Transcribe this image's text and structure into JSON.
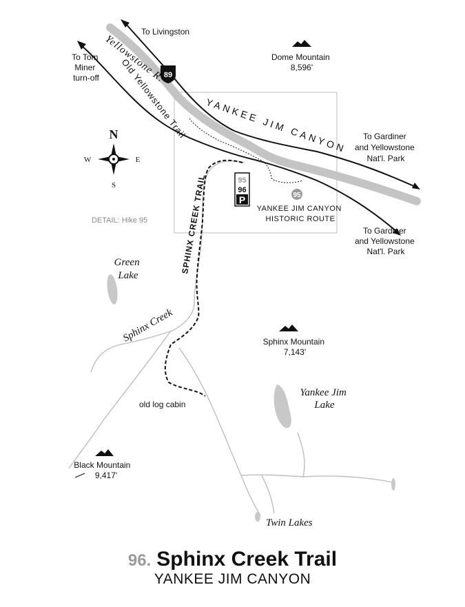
{
  "title": {
    "number": "96.",
    "name": "Sphinx Creek Trail",
    "subtitle": "YANKEE JIM CANYON"
  },
  "labels": {
    "livingston": "To Livingston",
    "tom_miner": [
      "To Tom",
      "Miner",
      "turn-off"
    ],
    "dome_mountain": [
      "Dome Mountain",
      "8,596'"
    ],
    "highway": "89",
    "river": "Yellowstone R.",
    "old_trail": "Old Yellowstone Trail",
    "canyon": "YANKEE JIM CANYON",
    "gardiner_upper": [
      "To Gardiner",
      "and Yellowstone",
      "Nat'l. Park"
    ],
    "gardiner_lower": [
      "To Gardiner",
      "and Yellowstone",
      "Nat'l. Park"
    ],
    "detail": "DETAIL: Hike 95",
    "historic_route": [
      "YANKEE JIM CANYON",
      "HISTORIC ROUTE"
    ],
    "route_number": "95",
    "marker_95": "95",
    "marker_96": "96",
    "parking": "P",
    "sphinx_trail": "SPHINX CREEK TRAIL",
    "green_lake": [
      "Green",
      "Lake"
    ],
    "sphinx_creek": "Sphinx  Creek",
    "sphinx_mountain": [
      "Sphinx Mountain",
      "7,143'"
    ],
    "yankee_jim_lake": [
      "Yankee Jim",
      "Lake"
    ],
    "old_log_cabin": "old log cabin",
    "black_mountain": [
      "Black Mountain",
      "9,417'"
    ],
    "twin_lakes": "Twin Lakes"
  },
  "compass": {
    "n": "N",
    "s": "S",
    "e": "E",
    "w": "W"
  },
  "colors": {
    "river": "#c4c4c4",
    "ink": "#111111",
    "water": "#c8c8c8",
    "stream": "#bdbdbd",
    "title_number": "#9a9a9a"
  }
}
